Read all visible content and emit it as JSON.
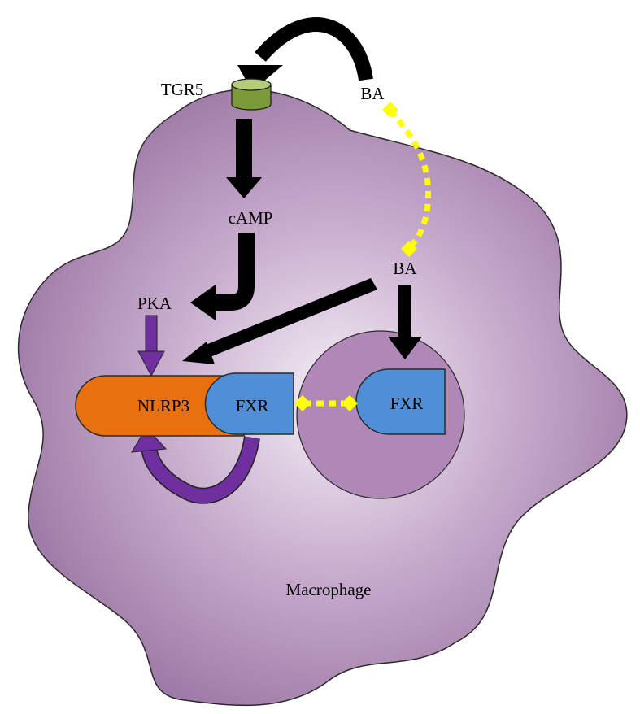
{
  "labels": {
    "tgr5": "TGR5",
    "ba_outside": "BA",
    "camp": "cAMP",
    "ba_inside": "BA",
    "pka": "PKA",
    "nlrp3": "NLRP3",
    "fxr_cytoplasm": "FXR",
    "fxr_nucleus": "FXR",
    "macrophage": "Macrophage"
  },
  "colors": {
    "cell_fill": "#9e7aa6",
    "cell_center": "#f4eef6",
    "nucleus": "#b088b8",
    "receptor": "#7a9a3a",
    "nlrp3": "#e8700f",
    "fxr": "#4f8fd8",
    "pathway_arrow": "#000000",
    "pka_arrow": "#6f2f9f",
    "ligand": "#ffff00"
  }
}
